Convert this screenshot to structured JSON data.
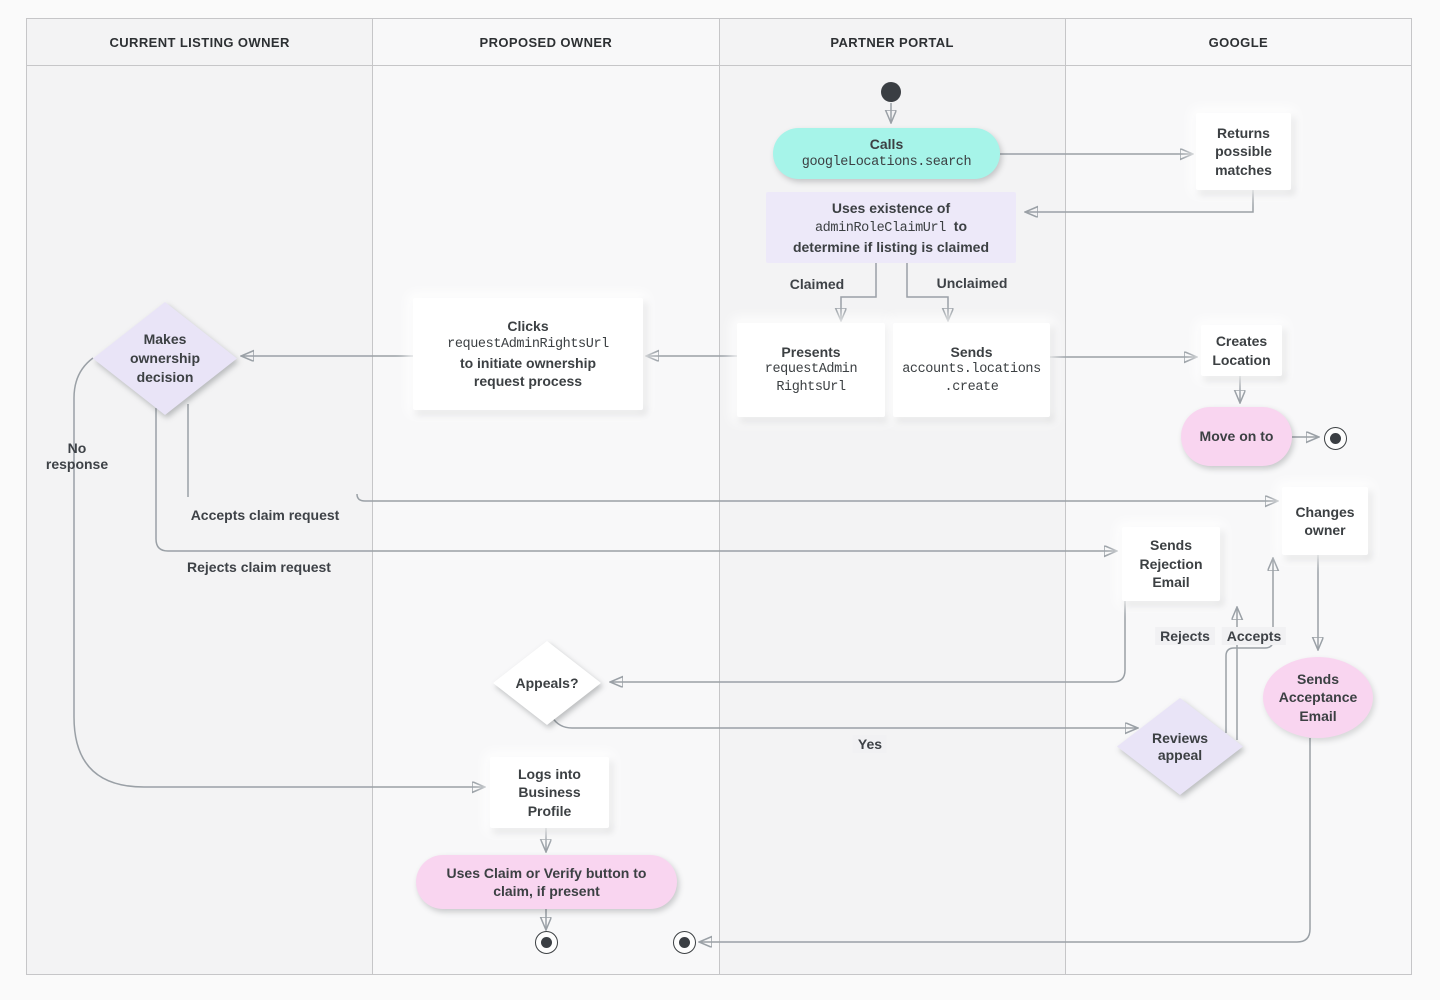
{
  "lanes": [
    {
      "label": "CURRENT LISTING OWNER"
    },
    {
      "label": "PROPOSED OWNER"
    },
    {
      "label": "PARTNER PORTAL"
    },
    {
      "label": "GOOGLE"
    }
  ],
  "nodes": {
    "calls": {
      "line1": "Calls",
      "code": "googleLocations.search"
    },
    "returns_matches": {
      "text": "Returns possible matches"
    },
    "uses_existence": {
      "line1": "Uses existence of",
      "code": "adminRoleClaimUrl",
      "line2_suffix": "to",
      "line3": "determine if listing is claimed"
    },
    "presents": {
      "line1": "Presents",
      "code1": "requestAdmin",
      "code2": "RightsUrl"
    },
    "sends_create": {
      "line1": "Sends",
      "code1": "accounts.locations",
      "code2": ".create"
    },
    "creates_location": {
      "text": "Creates Location"
    },
    "move_on_to": {
      "text": "Move on to"
    },
    "clicks": {
      "line1": "Clicks",
      "code": "requestAdminRightsUrl",
      "line3": "to initiate ownership",
      "line4": "request process"
    },
    "makes_decision": {
      "text": "Makes ownership decision"
    },
    "sends_rejection": {
      "text": "Sends Rejection Email"
    },
    "changes_owner": {
      "text": "Changes owner"
    },
    "appeals": {
      "text": "Appeals?"
    },
    "reviews_appeal": {
      "text": "Reviews appeal"
    },
    "sends_acceptance": {
      "text": "Sends Acceptance Email"
    },
    "logs_into": {
      "text": "Logs into Business Profile"
    },
    "uses_claim": {
      "text": "Uses Claim or Verify button to claim, if present"
    }
  },
  "edge_labels": {
    "claimed": "Claimed",
    "unclaimed": "Unclaimed",
    "no_response": "No response",
    "accepts_claim": "Accepts claim request",
    "rejects_claim": "Rejects claim request",
    "yes": "Yes",
    "rejects": "Rejects",
    "accepts": "Accepts"
  },
  "colors": {
    "teal": "#a6f4e9",
    "pink": "#f9d5f0",
    "lavender": "#e9e4f7",
    "text": "#3c4043",
    "line": "#9aa0a6",
    "arrowhead": "#787d82",
    "lane_odd": "#f3f3f4",
    "lane_even": "#f8f8f9",
    "border": "#c6c6c8"
  }
}
